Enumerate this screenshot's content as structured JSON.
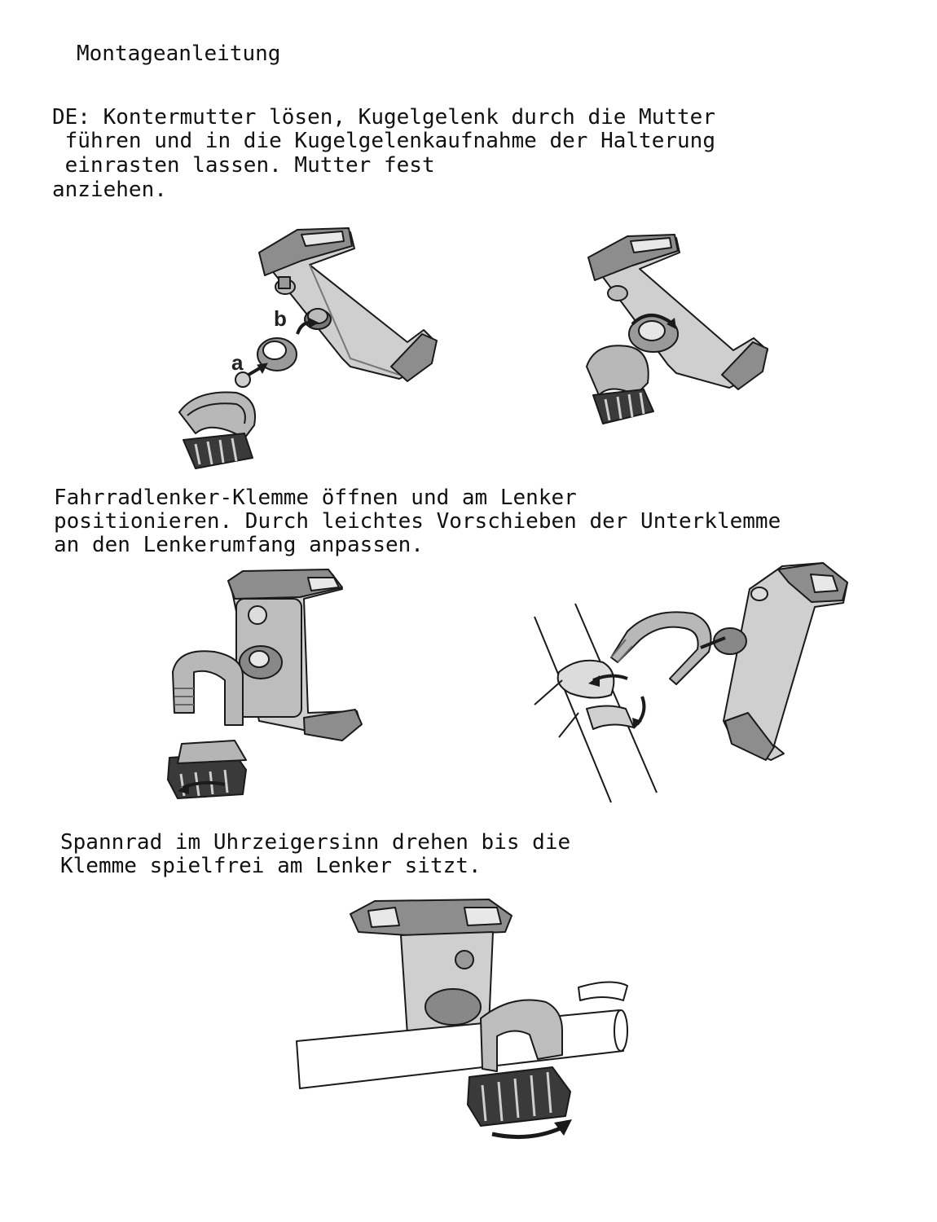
{
  "title": "Montageanleitung",
  "step1": {
    "lines": [
      "DE: Kontermutter lösen, Kugelgelenk durch die Mutter",
      " führen und in die Kugelgelenkaufnahme der Halterung",
      " einrasten lassen. Mutter fest",
      "anziehen."
    ],
    "labels": [
      "a",
      "b"
    ]
  },
  "step2": {
    "lines": [
      "Fahrradlenker-Klemme öffnen und am Lenker",
      "positionieren. Durch leichtes Vorschieben der Unterklemme",
      "an den Lenkerumfang anpassen."
    ]
  },
  "step3": {
    "lines": [
      "Spannrad im Uhrzeigersinn drehen bis die",
      "Klemme spielfrei am Lenker sitzt."
    ]
  },
  "colors": {
    "ink": "#1a1a1a",
    "dark_grey": "#555555",
    "mid_grey": "#9a9a9a",
    "light_grey": "#d4d4d4",
    "panel": "#c8c8c8"
  }
}
